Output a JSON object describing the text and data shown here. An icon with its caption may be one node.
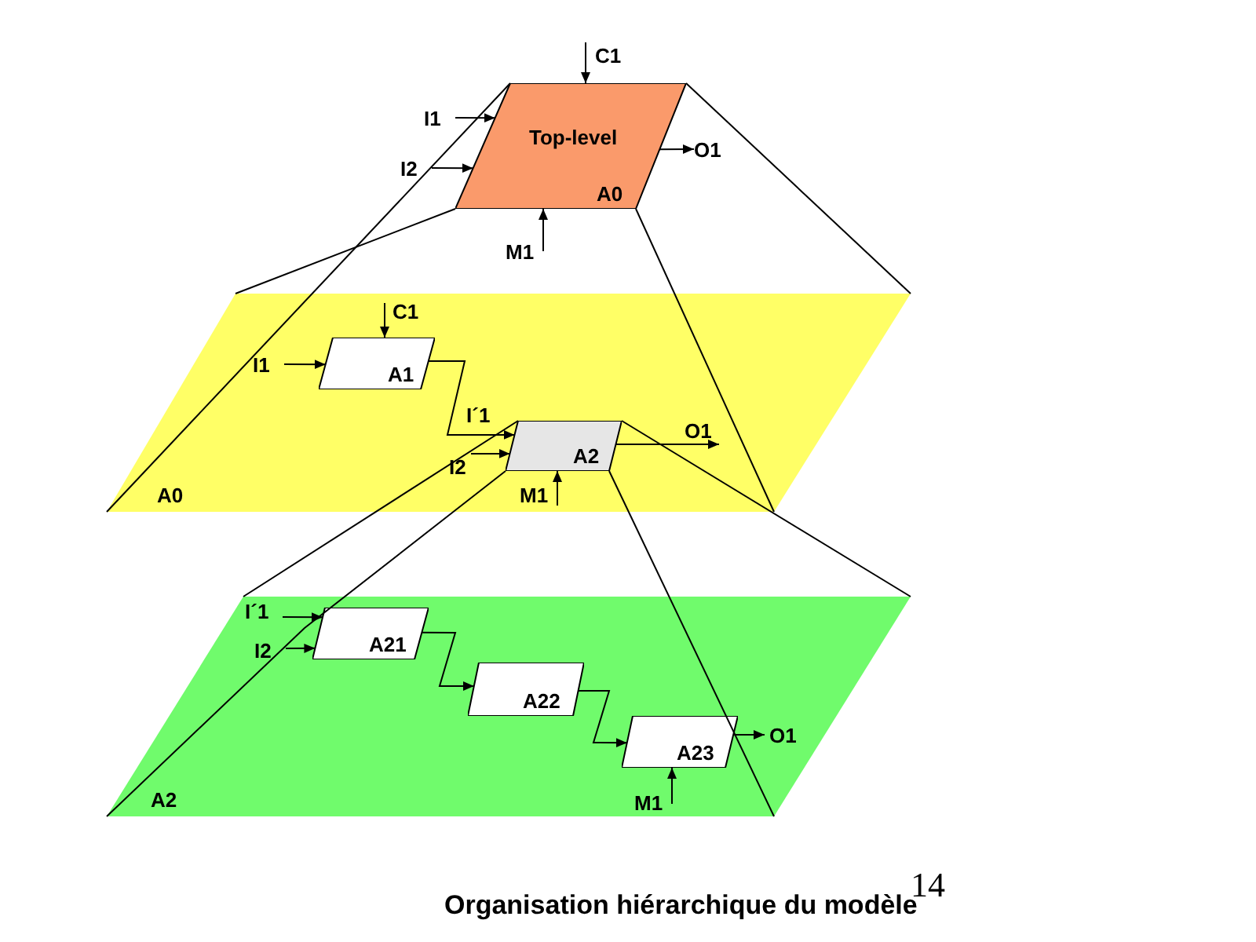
{
  "diagram": {
    "caption": "Organisation hiérarchique du modèle",
    "nodes": [
      {
        "text": [
          "C1"
        ]
      },
      {
        "text": [
          "I1"
        ]
      },
      {
        "text": [
          "I2"
        ]
      },
      {
        "text": [
          "Top-level",
          "A0"
        ]
      },
      {
        "text": [
          "O1"
        ]
      },
      {
        "text": [
          "M1"
        ]
      },
      {
        "text": [
          "A0"
        ]
      },
      {
        "text": [
          "C1"
        ],
        "in": 6
      },
      {
        "text": [
          "I1"
        ],
        "in": 6
      },
      {
        "text": [
          "A1"
        ],
        "in": 6
      },
      {
        "text": [
          "A2"
        ],
        "in": 6
      },
      {
        "text": [
          "I2"
        ],
        "in": 6
      },
      {
        "text": [
          "M1"
        ],
        "in": 6
      },
      {
        "text": [
          "O1"
        ],
        "in": 6
      },
      {
        "text": [
          "A2"
        ]
      },
      {
        "text": [
          "I´1"
        ],
        "in": 14
      },
      {
        "text": [
          "I2"
        ],
        "in": 14
      },
      {
        "text": [
          "A21"
        ],
        "in": 14
      },
      {
        "text": [
          "A22"
        ],
        "in": 14
      },
      {
        "text": [
          "A23"
        ],
        "in": 14
      },
      {
        "text": [
          "O1"
        ],
        "in": 14
      },
      {
        "text": [
          "M1"
        ],
        "in": 14
      }
    ],
    "edges": [
      {
        "from": 0,
        "to": 3,
        "arrow": "to"
      },
      {
        "from": 1,
        "to": 3,
        "arrow": "to"
      },
      {
        "from": 2,
        "to": 3,
        "arrow": "to"
      },
      {
        "from": 3,
        "to": 4,
        "arrow": "to"
      },
      {
        "from": 5,
        "to": 3,
        "arrow": "to"
      },
      {
        "from": 3,
        "to": 6,
        "arrow": "none"
      },
      {
        "from": 3,
        "to": 6,
        "arrow": "none"
      },
      {
        "from": 3,
        "to": 6,
        "arrow": "none"
      },
      {
        "from": 3,
        "to": 6,
        "arrow": "none"
      },
      {
        "from": 7,
        "to": 9,
        "arrow": "to"
      },
      {
        "from": 8,
        "to": 9,
        "arrow": "to"
      },
      {
        "from": 9,
        "to": 10,
        "arrow": "to",
        "label": "I´1"
      },
      {
        "from": 11,
        "to": 10,
        "arrow": "to"
      },
      {
        "from": 12,
        "to": 10,
        "arrow": "to"
      },
      {
        "from": 10,
        "to": 13,
        "arrow": "to"
      },
      {
        "from": 10,
        "to": 14,
        "arrow": "none"
      },
      {
        "from": 10,
        "to": 14,
        "arrow": "none"
      },
      {
        "from": 10,
        "to": 14,
        "arrow": "none"
      },
      {
        "from": 10,
        "to": 14,
        "arrow": "none"
      },
      {
        "from": 15,
        "to": 17,
        "arrow": "to"
      },
      {
        "from": 16,
        "to": 17,
        "arrow": "to"
      },
      {
        "from": 17,
        "to": 18,
        "arrow": "to"
      },
      {
        "from": 18,
        "to": 19,
        "arrow": "to"
      },
      {
        "from": 19,
        "to": 20,
        "arrow": "to"
      },
      {
        "from": 21,
        "to": 19,
        "arrow": "to"
      }
    ],
    "labels": [
      "14"
    ]
  }
}
